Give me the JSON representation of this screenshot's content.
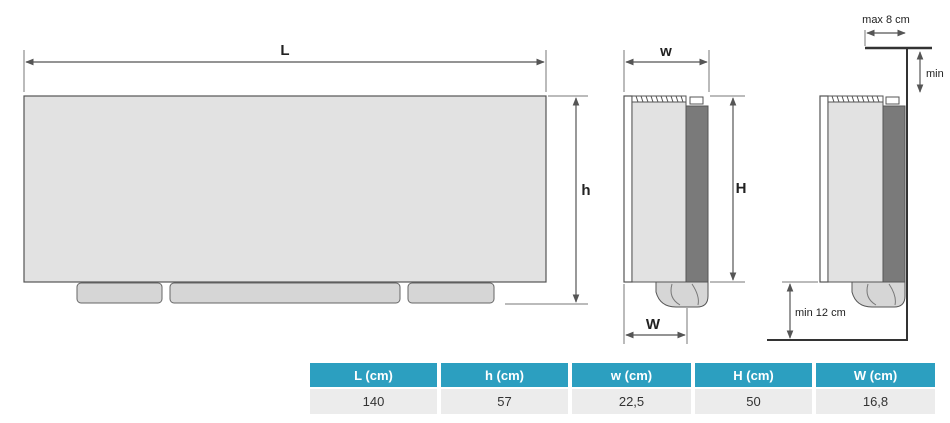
{
  "labels": {
    "length": "L",
    "height": "h",
    "depth": "w",
    "total_height": "H",
    "base_depth": "W",
    "max_wall_gap": "max 8 cm",
    "min_top": "min",
    "min_floor": "min 12 cm"
  },
  "colors": {
    "accent": "#2c9fc0",
    "panel": "#e2e2e2",
    "outline": "#555555",
    "dark_band": "#7a7a7a",
    "wall": "#333333"
  },
  "table": {
    "headers": [
      "L (cm)",
      "h (cm)",
      "w (cm)",
      "H (cm)",
      "W (cm)"
    ],
    "values": [
      "140",
      "57",
      "22,5",
      "50",
      "16,8"
    ]
  }
}
